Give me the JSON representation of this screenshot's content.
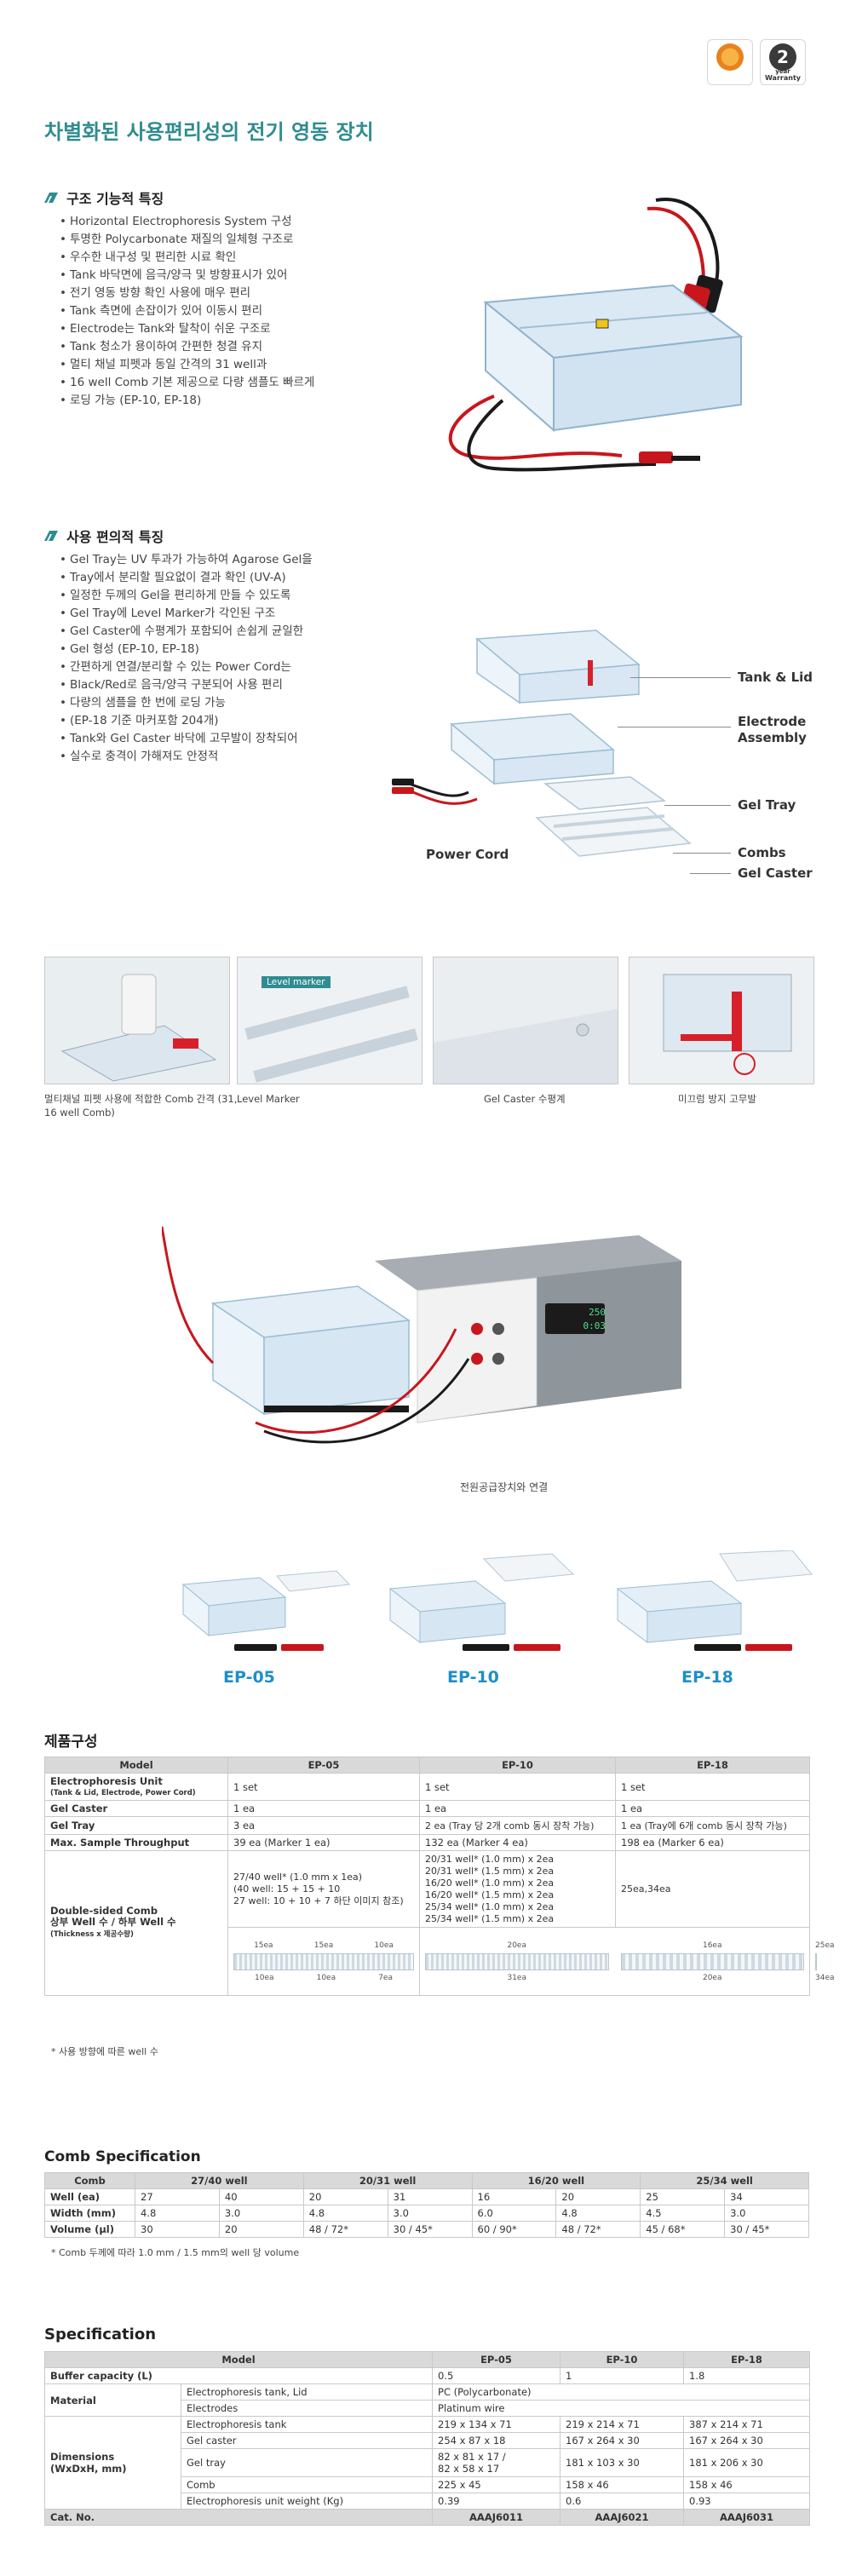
{
  "badges": [
    {
      "label": ""
    },
    {
      "number": "2",
      "line1": "year",
      "line2": "Warranty"
    }
  ],
  "main_title": "차별화된 사용편리성의 전기 영동 장치",
  "section1": {
    "title": "구조 기능적 특징",
    "bullets": [
      "Horizontal Electrophoresis System 구성",
      "투명한 Polycarbonate 재질의 일체형 구조로",
      "우수한 내구성 및 편리한 시료 확인",
      "Tank 바닥면에 음극/양극 및 방향표시가 있어",
      "전기 영동 방향 확인 사용에 매우 편리",
      "Tank 측면에 손잡이가 있어 이동시 편리",
      "Electrode는 Tank와 탈착이 쉬운 구조로",
      "Tank 청소가 용이하여 간편한 청결 유지",
      "멀티 채널 피펫과 동일 간격의 31 well과",
      "16 well Comb 기본 제공으로 다량 샘플도 빠르게",
      "로딩 가능 (EP-10, EP-18)"
    ]
  },
  "section2": {
    "title": "사용 편의적 특징",
    "bullets": [
      "Gel Tray는 UV 투과가 가능하여 Agarose Gel을",
      "Tray에서 분리할 필요없이 결과 확인 (UV-A)",
      "일정한 두께의 Gel을 편리하게 만들 수 있도록",
      "Gel Tray에 Level Marker가 각인된 구조",
      "Gel Caster에 수평계가 포함되어 손쉽게 균일한",
      "Gel 형성 (EP-10, EP-18)",
      "간편하게 연결/분리할 수 있는 Power Cord는",
      "Black/Red로 음극/양극 구분되어 사용 편리",
      "다량의 샘플을 한 번에 로딩 가능",
      "(EP-18 기준 마커포함 204개)",
      "Tank와 Gel Caster 바닥에 고무발이 장착되어",
      "실수로 충격이 가해져도 안정적"
    ]
  },
  "exploded": {
    "tank_lid": "Tank & Lid",
    "electrode": "Electrode Assembly",
    "gel_tray": "Gel Tray",
    "power_cord": "Power Cord",
    "combs": "Combs",
    "gel_caster": "Gel Caster"
  },
  "photos": [
    {
      "caption": "멀티채널 피펫 사용에 적합한 Comb 간격 (31, 16 well Comb)"
    },
    {
      "caption": "Level Marker",
      "tag": "Level marker"
    },
    {
      "caption": "Gel Caster 수평계"
    },
    {
      "caption": "미끄럼 방지 고무발"
    }
  ],
  "power_caption": "전원공급장치와 연결",
  "power_display": {
    "top": "250",
    "bottom": "0:03"
  },
  "models_row": [
    "EP-05",
    "EP-10",
    "EP-18"
  ],
  "composition": {
    "title": "제품구성",
    "headers": [
      "Model",
      "EP-05",
      "EP-10",
      "EP-18"
    ],
    "rows": [
      {
        "label": "Electrophoresis Unit",
        "sub": "(Tank & Lid, Electrode, Power Cord)",
        "v": [
          "1 set",
          "1 set",
          "1 set"
        ]
      },
      {
        "label": "Gel Caster",
        "v": [
          "1 ea",
          "1 ea",
          "1 ea"
        ]
      },
      {
        "label": "Gel Tray",
        "v": [
          "3 ea",
          "2 ea (Tray 당 2개 comb 동시 장착 가능)",
          "1 ea (Tray에 6개 comb 동시 장착 가능)"
        ]
      },
      {
        "label": "Max. Sample Throughput",
        "v": [
          "39 ea (Marker 1 ea)",
          "132 ea (Marker 4 ea)",
          "198 ea (Marker 6 ea)"
        ]
      }
    ],
    "comb_row": {
      "label": "Double-sided Comb",
      "label2": "상부 Well 수 / 하부 Well 수",
      "label3": "(Thickness x 제공수량)",
      "ep05": "27/40 well* (1.0 mm x 1ea)\n(40 well: 15 + 15 + 10\n27 well: 10 + 10 + 7 하단 이미지 참조)",
      "ep10": "20/31 well* (1.0 mm) x 2ea\n20/31 well* (1.5 mm) x 2ea\n16/20 well* (1.0 mm) x 2ea\n16/20 well* (1.5 mm) x 2ea\n25/34 well* (1.0 mm) x 2ea\n25/34 well* (1.5 mm) x 2ea",
      "ep18": [
        "25ea",
        "34ea"
      ],
      "ep05_top": [
        "15ea",
        "15ea",
        "10ea"
      ],
      "ep05_bottom": [
        "10ea",
        "10ea",
        "7ea"
      ],
      "ep10_a": [
        "20ea",
        "31ea"
      ],
      "ep10_b": [
        "16ea",
        "20ea"
      ]
    },
    "note": "* 사용 방향에 따른 well 수"
  },
  "comb_spec": {
    "title": "Comb Specification",
    "groups": [
      "Comb",
      "27/40 well",
      "20/31 well",
      "16/20 well",
      "25/34 well"
    ],
    "rows": [
      {
        "label": "Well (ea)",
        "v": [
          "27",
          "40",
          "20",
          "31",
          "16",
          "20",
          "25",
          "34"
        ]
      },
      {
        "label": "Width (mm)",
        "v": [
          "4.8",
          "3.0",
          "4.8",
          "3.0",
          "6.0",
          "4.8",
          "4.5",
          "3.0"
        ]
      },
      {
        "label": "Volume (μl)",
        "v": [
          "30",
          "20",
          "48 / 72*",
          "30 / 45*",
          "60 / 90*",
          "48 / 72*",
          "45 / 68*",
          "30 / 45*"
        ]
      }
    ],
    "note": "* Comb 두께에 따라 1.0 mm / 1.5 mm의 well 당 volume"
  },
  "spec": {
    "title": "Specification",
    "headers": [
      "Model",
      "EP-05",
      "EP-10",
      "EP-18"
    ],
    "buffer": {
      "label": "Buffer capacity (L)",
      "v": [
        "0.5",
        "1",
        "1.8"
      ]
    },
    "material": {
      "label": "Material",
      "items": [
        {
          "name": "Electrophoresis tank, Lid",
          "value": "PC (Polycarbonate)"
        },
        {
          "name": "Electrodes",
          "value": "Platinum wire"
        }
      ]
    },
    "dimensions": {
      "label": "Dimensions",
      "label2": "(WxDxH, mm)",
      "items": [
        {
          "name": "Electrophoresis tank",
          "v": [
            "219 x 134 x 71",
            "219 x 214 x 71",
            "387 x 214 x 71"
          ]
        },
        {
          "name": "Gel caster",
          "v": [
            "254 x 87 x 18",
            "167 x 264 x 30",
            "167 x 264 x 30"
          ]
        },
        {
          "name": "Gel tray",
          "v": [
            "82 x 81 x 17 /\n82 x 58 x 17",
            "181 x 103 x 30",
            "181 x 206 x 30"
          ]
        },
        {
          "name": "Comb",
          "v": [
            "225 x 45",
            "158 x 46",
            "158 x 46"
          ]
        },
        {
          "name": "Electrophoresis unit weight (Kg)",
          "v": [
            "0.39",
            "0.6",
            "0.93"
          ]
        }
      ]
    },
    "catno": {
      "label": "Cat. No.",
      "v": [
        "AAAJ6011",
        "AAAJ6021",
        "AAAJ6031"
      ]
    }
  },
  "colors": {
    "accent": "#2f8c90",
    "model_blue": "#1e8fc7",
    "header_gray": "#d9d9d9",
    "cord_red": "#c8161d"
  }
}
